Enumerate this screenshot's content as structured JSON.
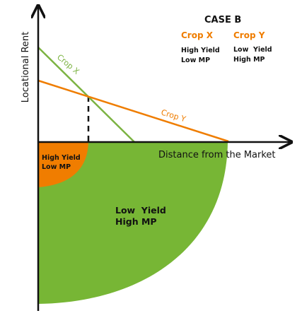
{
  "case_title": "CASE B",
  "crops": [
    {
      "name": "Crop X",
      "yield": "High Yield",
      "mp": "Low MP"
    },
    {
      "name": "Crop Y",
      "yield": "Low  Yield",
      "mp": "High MP"
    }
  ],
  "axes": {
    "x_label": "Distance from the Market",
    "y_label": "Locational Rent"
  },
  "lines": {
    "crop_x_label": "Crop X",
    "crop_y_label": "Crop Y"
  },
  "zones": {
    "inner": {
      "line1": "High Yield",
      "line2": "Low MP"
    },
    "outer": {
      "line1": "Low  Yield",
      "line2": "High MP"
    }
  },
  "colors": {
    "crop_x": "#7cb342",
    "crop_y": "#ef7d00",
    "inner_zone": "#f07d00",
    "outer_zone": "#77b635",
    "axis": "#111111"
  }
}
